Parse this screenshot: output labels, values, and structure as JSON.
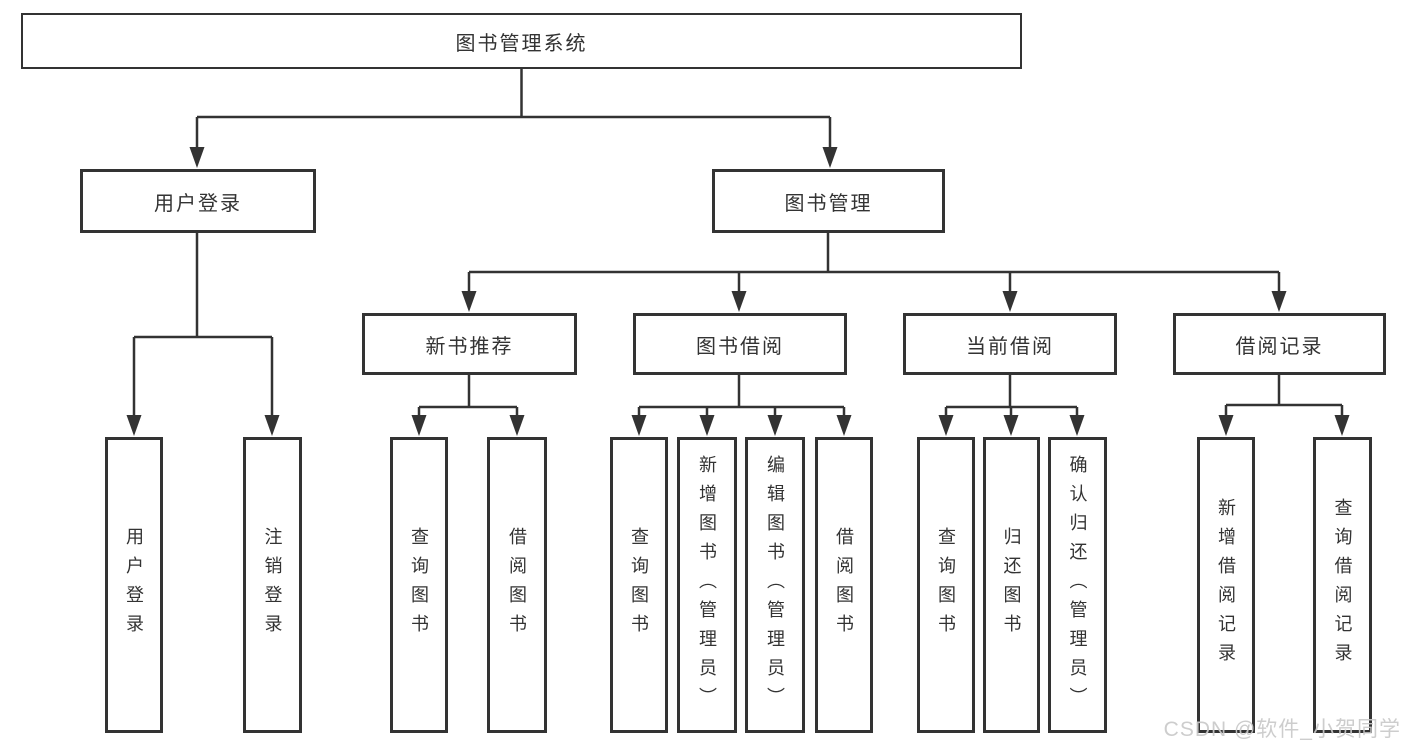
{
  "tree": {
    "label": "图书管理系统",
    "children": [
      {
        "label": "用户登录",
        "children": [
          {
            "label": "用户登录"
          },
          {
            "label": "注销登录"
          }
        ]
      },
      {
        "label": "图书管理",
        "children": [
          {
            "label": "新书推荐",
            "children": [
              {
                "label": "查询图书"
              },
              {
                "label": "借阅图书"
              }
            ]
          },
          {
            "label": "图书借阅",
            "children": [
              {
                "label": "查询图书"
              },
              {
                "label": "新增图书（管理员）"
              },
              {
                "label": "编辑图书（管理员）"
              },
              {
                "label": "借阅图书"
              }
            ]
          },
          {
            "label": "当前借阅",
            "children": [
              {
                "label": "查询图书"
              },
              {
                "label": "归还图书"
              },
              {
                "label": "确认归还（管理员）"
              }
            ]
          },
          {
            "label": "借阅记录",
            "children": [
              {
                "label": "新增借阅记录"
              },
              {
                "label": "查询借阅记录"
              }
            ]
          }
        ]
      }
    ]
  },
  "watermark": {
    "text": "CSDN @软件_小贺同学"
  },
  "colors": {
    "line": "#333333",
    "box_border": "#333333",
    "text": "#333333",
    "watermark": "#c9c9c9",
    "background": "#ffffff"
  }
}
